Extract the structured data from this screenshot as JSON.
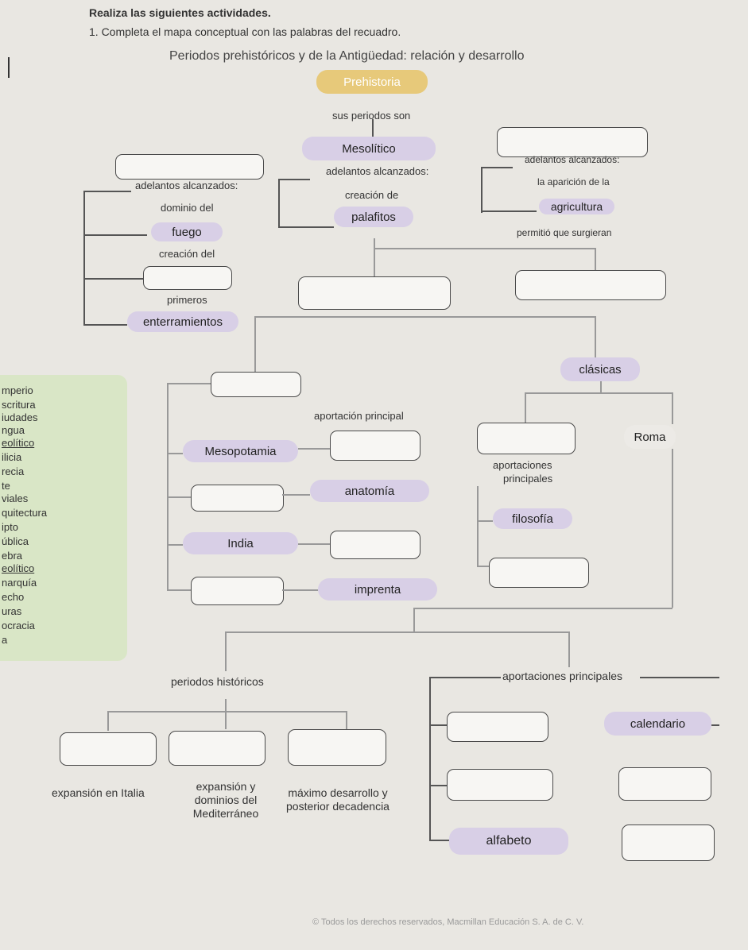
{
  "header": {
    "instruction": "Realiza las siguientes actividades.",
    "activity": "1. Completa el mapa conceptual con las palabras del recuadro.",
    "map_title": "Periodos prehistóricos y de la Antigüedad: relación y desarrollo"
  },
  "word_bank": [
    "mperio",
    "scritura",
    "iudades",
    "ngua",
    "eolítico",
    "ilicia",
    "recia",
    "te",
    "viales",
    "quitectura",
    "ipto",
    "ública",
    "ebra",
    "eolítico",
    "narquía",
    "echo",
    "uras",
    "ocracia",
    "a"
  ],
  "prehistoria": {
    "title": "Prehistoria",
    "connector": "sus periodos son",
    "center_period": "Mesolítico",
    "left": {
      "heading": "adelantos alcanzados:",
      "items": [
        "dominio del",
        "fuego",
        "creación del",
        "primeros",
        "enterramientos"
      ]
    },
    "center": {
      "heading": "adelantos alcanzados:",
      "items": [
        "creación de",
        "palafitos"
      ]
    },
    "right": {
      "heading": "adelantos alcanzados:",
      "items": [
        "la aparición de la",
        "agricultura",
        "permitió que surgieran"
      ]
    }
  },
  "antiguedad": {
    "clasicas": "clásicas",
    "aportacion": "aportación principal",
    "mesopotamia": "Mesopotamia",
    "anatomia": "anatomía",
    "india": "India",
    "imprenta": "imprenta",
    "roma": "Roma",
    "aportaciones": "aportaciones",
    "principales": "principales",
    "filosofia": "filosofía"
  },
  "roma": {
    "periodos": "periodos históricos",
    "aportaciones": "aportaciones principales",
    "calendario": "calendario",
    "alfabeto": "alfabeto",
    "periods": [
      "expansión en Italia",
      "expansión y dominios del Mediterráneo",
      "máximo desarrollo y posterior decadencia"
    ]
  },
  "footer": {
    "copyright": "© Todos los derechos reservados, Macmillan Educación S. A. de C. V."
  }
}
